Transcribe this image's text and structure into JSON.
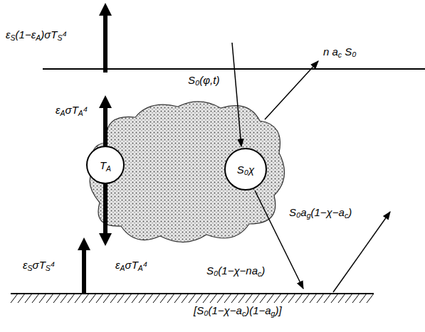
{
  "diagram": {
    "nodes": [
      {
        "text": [
          "TA"
        ]
      },
      {
        "text": [
          "S₀χ"
        ]
      }
    ],
    "labels": [
      "εS(1−εA)σTS⁴",
      "S₀(φ,t)",
      "n ac S₀",
      "εAσTA⁴",
      "S₀ag(1−χ−ac)",
      "εSσTS⁴",
      "εAσTA⁴",
      "S₀(1−χ−nac)",
      "[S₀(1−χ−ac)(1−ag)]"
    ]
  }
}
